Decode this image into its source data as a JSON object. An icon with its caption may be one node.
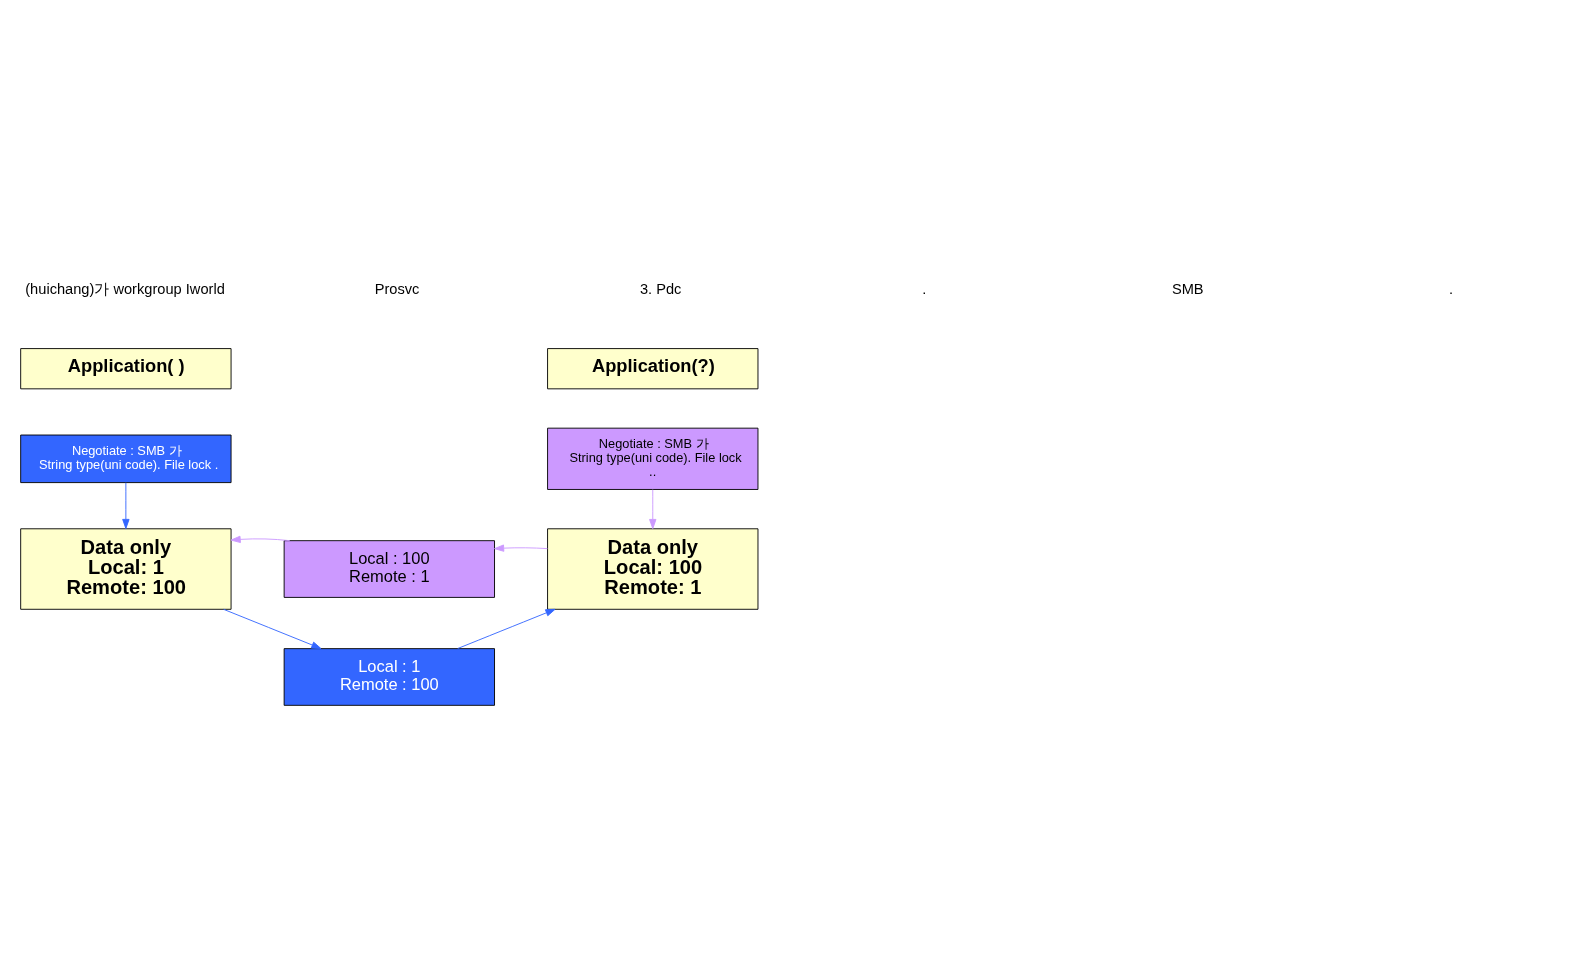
{
  "diagram": {
    "nodes": [
      {
        "text": [
          "Application( )"
        ]
      },
      {
        "text": [
          "Negotiate : SMB 가",
          "String type(uni code). File lock ."
        ]
      },
      {
        "text": [
          "Data only",
          "Local: 1",
          "Remote: 100"
        ]
      },
      {
        "text": [
          "Local : 1",
          "Remote : 100"
        ]
      },
      {
        "text": [
          "Application(?)"
        ]
      },
      {
        "text": [
          "Negotiate : SMB 가",
          "String type(uni code). File lock",
          ".."
        ]
      },
      {
        "text": [
          "Data only",
          "Local: 100",
          "Remote: 1"
        ]
      },
      {
        "text": [
          "Local : 100",
          "Remote : 1"
        ]
      }
    ],
    "edges": [
      {
        "from": 1,
        "to": 2,
        "arrow": "to",
        "color": "#3366ff"
      },
      {
        "from": 5,
        "to": 6,
        "arrow": "to",
        "color": "#cc99ff"
      },
      {
        "from": 2,
        "to": 3,
        "arrow": "to",
        "color": "#3366ff"
      },
      {
        "from": 3,
        "to": 6,
        "arrow": "to",
        "color": "#3366ff"
      },
      {
        "from": 6,
        "to": 7,
        "arrow": "to",
        "color": "#cc99ff"
      },
      {
        "from": 7,
        "to": 2,
        "arrow": "to",
        "color": "#cc99ff"
      }
    ],
    "labels": [
      "(huichang)가 workgroup Iworld",
      "Prosvc",
      "3. Pdc",
      ".",
      "SMB",
      "."
    ]
  }
}
